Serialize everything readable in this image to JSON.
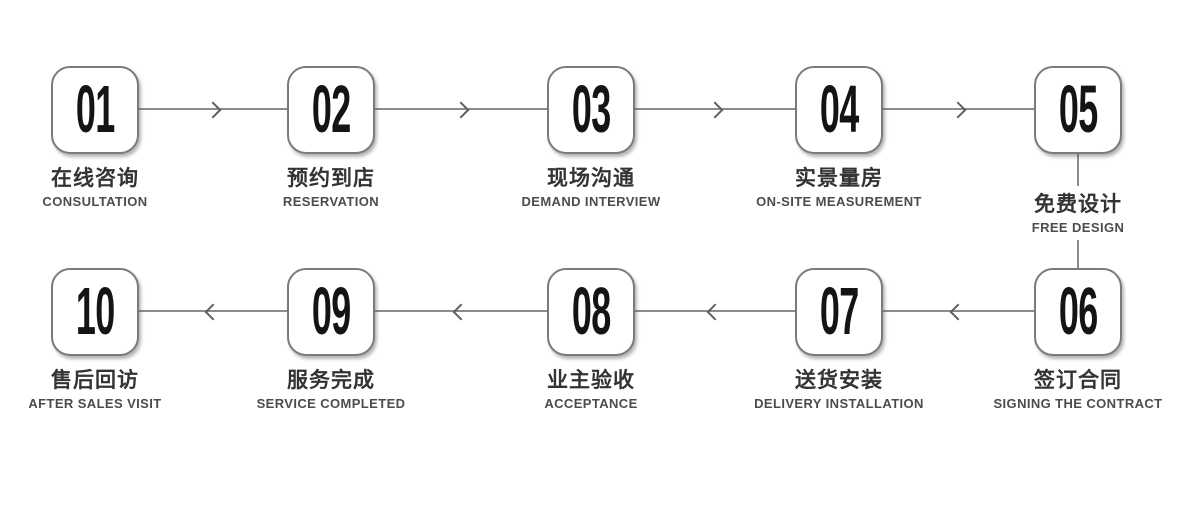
{
  "steps": [
    {
      "number": "01",
      "zh": "在线咨询",
      "en": "CONSULTATION"
    },
    {
      "number": "02",
      "zh": "预约到店",
      "en": "RESERVATION"
    },
    {
      "number": "03",
      "zh": "现场沟通",
      "en": "DEMAND INTERVIEW"
    },
    {
      "number": "04",
      "zh": "实景量房",
      "en": "ON-SITE MEASUREMENT"
    },
    {
      "number": "05",
      "zh": "免费设计",
      "en": "FREE DESIGN"
    },
    {
      "number": "06",
      "zh": "签订合同",
      "en": "SIGNING THE CONTRACT"
    },
    {
      "number": "07",
      "zh": "送货安装",
      "en": "DELIVERY INSTALLATION"
    },
    {
      "number": "08",
      "zh": "业主验收",
      "en": "ACCEPTANCE"
    },
    {
      "number": "09",
      "zh": "服务完成",
      "en": "SERVICE COMPLETED"
    },
    {
      "number": "10",
      "zh": "售后回访",
      "en": "AFTER SALES VISIT"
    }
  ],
  "icons": {
    "arrow_right": "›",
    "arrow_left": "‹"
  },
  "colors": {
    "background": "#ffffff",
    "box_border": "#7b7b7b",
    "number": "#141414",
    "label_zh": "#333333",
    "label_en": "#4c4c4c",
    "connector_line": "#8c8c8c",
    "arrow": "#5f5f5f"
  }
}
